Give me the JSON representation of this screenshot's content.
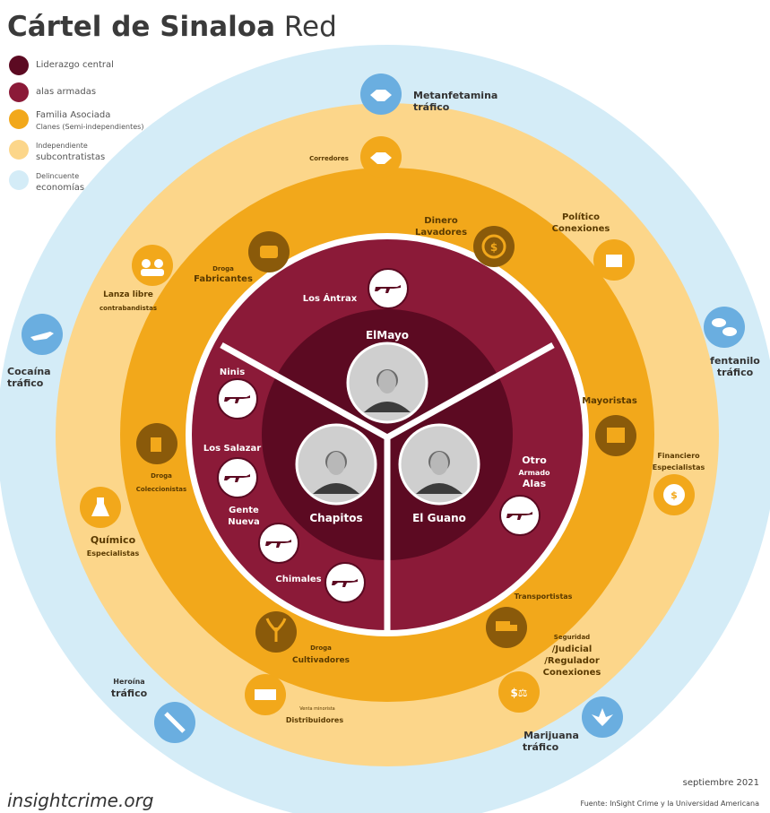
{
  "title": {
    "bold": "Cártel de Sinaloa",
    "rest": "Red"
  },
  "legend": [
    {
      "color": "#5c0a22",
      "label": "Liderazgo central",
      "sub": ""
    },
    {
      "color": "#8b1a38",
      "label": "alas armadas",
      "sub": ""
    },
    {
      "color": "#f2a81b",
      "label": "Familia Asociada",
      "sub": "Clanes (Semi-independientes)"
    },
    {
      "color": "#fcd68a",
      "label": "Independiente",
      "sub": "subcontratistas"
    },
    {
      "color": "#d4ecf7",
      "label": "Delincuente",
      "sub": "economías"
    }
  ],
  "leaders": {
    "top": "ElMayo",
    "left": "Chapitos",
    "right": "El Guano"
  },
  "armed_wings": {
    "los_antrax": "Los Ántrax",
    "ninis": "Ninis",
    "los_salazar": "Los Salazar",
    "gente_nueva": [
      "Gente",
      "Nueva"
    ],
    "chimales": "Chimales",
    "otro": [
      "Otro",
      "Armado",
      "Alas"
    ]
  },
  "associated": {
    "fabricantes": [
      "Droga",
      "Fabricantes"
    ],
    "lavadores": [
      "Dinero",
      "Lavadores"
    ],
    "mayoristas": "Mayoristas",
    "transportistas": "Transportistas",
    "cultivadores": [
      "Droga",
      "Cultivadores"
    ],
    "coleccionistas": [
      "Droga",
      "Coleccionistas"
    ]
  },
  "independent": {
    "corredores": "Corredores",
    "politico": [
      "Político",
      "Conexiones"
    ],
    "financiero": [
      "Financiero",
      "Especialistas"
    ],
    "seguridad": [
      "Seguridad",
      "/Judicial",
      "/Regulador",
      "Conexiones"
    ],
    "distribuidores": [
      "Venta minorista",
      "Distribuidores"
    ],
    "quimico": [
      "Químico",
      "Especialistas"
    ],
    "lanza": [
      "Lanza libre",
      "contrabandistas"
    ]
  },
  "criminal": {
    "metanfetamina": [
      "Metanfetamina",
      "tráfico"
    ],
    "fentanilo": [
      "fentanilo",
      "tráfico"
    ],
    "marijuana": [
      "Marijuana",
      "tráfico"
    ],
    "heroina": [
      "Heroína",
      "tráfico"
    ],
    "cocaina": [
      "Cocaína",
      "tráfico"
    ]
  },
  "icons": {
    "weapon": "rifle-icon",
    "handshake": "handshake-icon",
    "pills": "pills-icon",
    "leaf": "cannabis-icon",
    "syringe": "syringe-icon",
    "plane": "plane-icon",
    "flask": "flask-icon",
    "coin": "coin-icon",
    "box": "box-icon",
    "truck": "truck-icon",
    "scales": "scales-icon",
    "money": "money-cycle-icon",
    "podium": "podium-icon",
    "bags": "drug-bags-icon",
    "plant": "plant-icon",
    "cash": "cash-icon",
    "people": "people-icon",
    "collector": "collector-icon"
  },
  "footer": {
    "site": "insightcrime.org",
    "date": "septiembre 2021",
    "source": "Fuente: InSight Crime y la Universidad Americana"
  }
}
